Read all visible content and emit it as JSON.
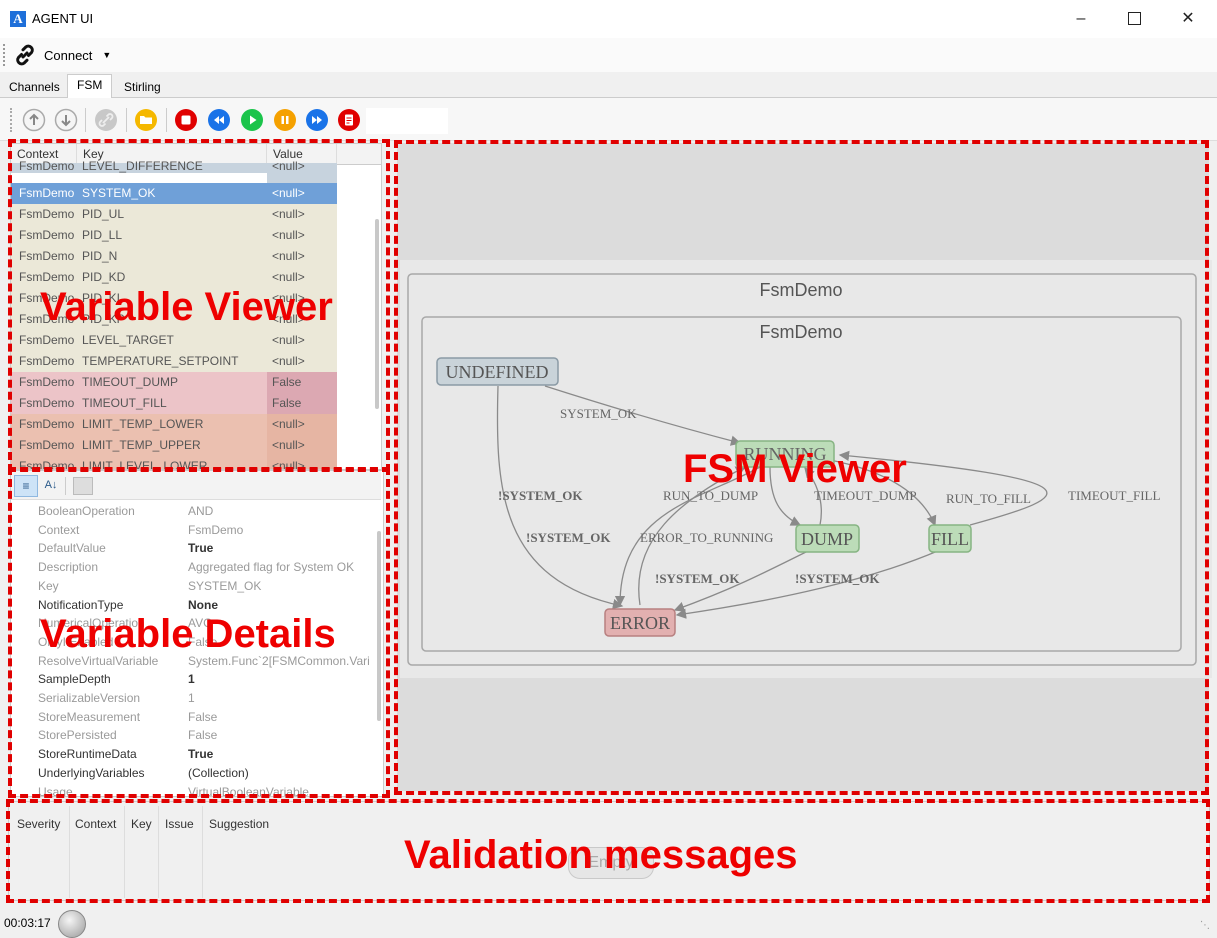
{
  "window": {
    "title": "AGENT UI",
    "app_icon_letter": "A"
  },
  "toolbar": {
    "connect_label": "Connect"
  },
  "tabs": [
    {
      "label": "Channels"
    },
    {
      "label": "FSM"
    },
    {
      "label": "Stirling"
    }
  ],
  "active_tab": "FSM",
  "fsm_toolbar": {
    "buttons": [
      "up-arrow-icon",
      "down-arrow-icon",
      "link-icon",
      "folder-icon",
      "stop-icon",
      "rewind-icon",
      "play-icon",
      "pause-icon",
      "fast-forward-icon",
      "clipboard-icon"
    ],
    "colors": {
      "stop": "#e00000",
      "rewind": "#1a73e8",
      "play": "#1bc44b",
      "pause": "#f5a100",
      "fast_forward": "#1a73e8",
      "clipboard": "#e00000",
      "folder": "#f5b800"
    }
  },
  "variable_grid": {
    "columns": [
      "Context",
      "Key",
      "Value"
    ],
    "rows": [
      {
        "context": "FsmDemo",
        "key": "LEVEL_DIFFERENCE",
        "value": "<null>",
        "tone": "blue"
      },
      {
        "context": "FsmDemo",
        "key": "SYSTEM_OK",
        "value": "<null>",
        "tone": "selected"
      },
      {
        "context": "FsmDemo",
        "key": "PID_UL",
        "value": "<null>",
        "tone": "yellow"
      },
      {
        "context": "FsmDemo",
        "key": "PID_LL",
        "value": "<null>",
        "tone": "yellow"
      },
      {
        "context": "FsmDemo",
        "key": "PID_N",
        "value": "<null>",
        "tone": "yellow"
      },
      {
        "context": "FsmDemo",
        "key": "PID_KD",
        "value": "<null>",
        "tone": "yellow"
      },
      {
        "context": "FsmDemo",
        "key": "PID_KI",
        "value": "<null>",
        "tone": "yellow"
      },
      {
        "context": "FsmDemo",
        "key": "PID_KP",
        "value": "<null>",
        "tone": "yellow"
      },
      {
        "context": "FsmDemo",
        "key": "LEVEL_TARGET",
        "value": "<null>",
        "tone": "yellow"
      },
      {
        "context": "FsmDemo",
        "key": "TEMPERATURE_SETPOINT",
        "value": "<null>",
        "tone": "yellow"
      },
      {
        "context": "FsmDemo",
        "key": "TIMEOUT_DUMP",
        "value": "False",
        "tone": "pink"
      },
      {
        "context": "FsmDemo",
        "key": "TIMEOUT_FILL",
        "value": "False",
        "tone": "pink"
      },
      {
        "context": "FsmDemo",
        "key": "LIMIT_TEMP_LOWER",
        "value": "<null>",
        "tone": "orange"
      },
      {
        "context": "FsmDemo",
        "key": "LIMIT_TEMP_UPPER",
        "value": "<null>",
        "tone": "orange"
      },
      {
        "context": "FsmDemo",
        "key": "LIMIT_LEVEL_LOWER",
        "value": "<null>",
        "tone": "orange"
      }
    ]
  },
  "property_grid": {
    "rows": [
      {
        "name": "BooleanOperation",
        "value": "AND",
        "dark": false
      },
      {
        "name": "Context",
        "value": "FsmDemo",
        "dark": false
      },
      {
        "name": "DefaultValue",
        "value": "True",
        "dark": false,
        "bold": true
      },
      {
        "name": "Description",
        "value": "Aggregated flag for System OK",
        "dark": false
      },
      {
        "name": "Key",
        "value": "SYSTEM_OK",
        "dark": false
      },
      {
        "name": "NotificationType",
        "value": "None",
        "dark": true,
        "bold": true
      },
      {
        "name": "NumericalOperation",
        "value": "AVG",
        "dark": false
      },
      {
        "name": "OnlyIfEnabled",
        "value": "False",
        "dark": false
      },
      {
        "name": "ResolveVirtualVariable",
        "value": "System.Func`2[FSMCommon.Vari",
        "dark": false
      },
      {
        "name": "SampleDepth",
        "value": "1",
        "dark": true,
        "bold": true
      },
      {
        "name": "SerializableVersion",
        "value": "1",
        "dark": false
      },
      {
        "name": "StoreMeasurement",
        "value": "False",
        "dark": false
      },
      {
        "name": "StorePersisted",
        "value": "False",
        "dark": false
      },
      {
        "name": "StoreRuntimeData",
        "value": "True",
        "dark": true,
        "bold": true
      },
      {
        "name": "UnderlyingVariables",
        "value": "(Collection)",
        "dark": true
      },
      {
        "name": "Usage",
        "value": "VirtualBooleanVariable",
        "dark": false
      }
    ]
  },
  "fsm_viewer": {
    "outer_title": "FsmDemo",
    "inner_title": "FsmDemo",
    "states": {
      "undefined": "UNDEFINED",
      "running": "RUNNING",
      "dump": "DUMP",
      "fill": "FILL",
      "error": "ERROR"
    },
    "transitions": {
      "system_ok": "SYSTEM_OK",
      "not_system_ok_1": "!SYSTEM_OK",
      "not_system_ok_2": "!SYSTEM_OK",
      "not_system_ok_3": "!SYSTEM_OK",
      "not_system_ok_4": "!SYSTEM_OK",
      "run_to_dump": "RUN_TO_DUMP",
      "timeout_dump": "TIMEOUT_DUMP",
      "run_to_fill": "RUN_TO_FILL",
      "timeout_fill": "TIMEOUT_FILL",
      "error_to_running": "ERROR_TO_RUNNING"
    }
  },
  "validation": {
    "columns": [
      "Severity",
      "Context",
      "Key",
      "Issue",
      "Suggestion"
    ],
    "empty_label": "Empty"
  },
  "overlays": {
    "variable_viewer": "Variable Viewer",
    "variable_details": "Variable Details",
    "fsm_viewer": "FSM Viewer",
    "validation_messages": "Validation messages"
  },
  "status": {
    "elapsed": "00:03:17"
  }
}
